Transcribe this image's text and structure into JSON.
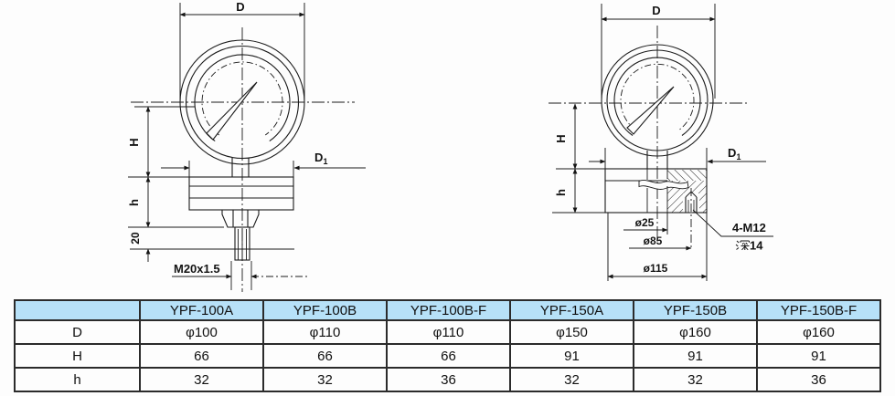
{
  "left_drawing": {
    "title_hint": "bottom-connection pressure gauge outline",
    "labels": {
      "d": "D",
      "h_big": "H",
      "h_small": "h",
      "d1_base": "D",
      "d1_sub": "1",
      "len20": "20",
      "thread": "M20x1.5"
    }
  },
  "right_drawing": {
    "title_hint": "flange-mounted pressure gauge outline (section)",
    "labels": {
      "d": "D",
      "h_big": "H",
      "h_small": "h",
      "d1_base": "D",
      "d1_sub": "1",
      "dia25": "ø25",
      "dia85": "ø85",
      "dia115": "ø115",
      "bolts": "4-M12",
      "depth_char": "深",
      "depth_value": "14",
      "depth_label": "深 14"
    }
  },
  "spec_table": {
    "header_bg": "#b7e1f8",
    "columns": [
      "",
      "YPF-100A",
      "YPF-100B",
      "YPF-100B-F",
      "YPF-150A",
      "YPF-150B",
      "YPF-150B-F"
    ],
    "rows": [
      {
        "param": "D",
        "values": [
          "φ100",
          "φ110",
          "φ110",
          "φ150",
          "φ160",
          "φ160"
        ]
      },
      {
        "param": "H",
        "values": [
          "66",
          "66",
          "66",
          "91",
          "91",
          "91"
        ]
      },
      {
        "param": "h",
        "values": [
          "32",
          "32",
          "36",
          "32",
          "32",
          "36"
        ]
      }
    ]
  }
}
